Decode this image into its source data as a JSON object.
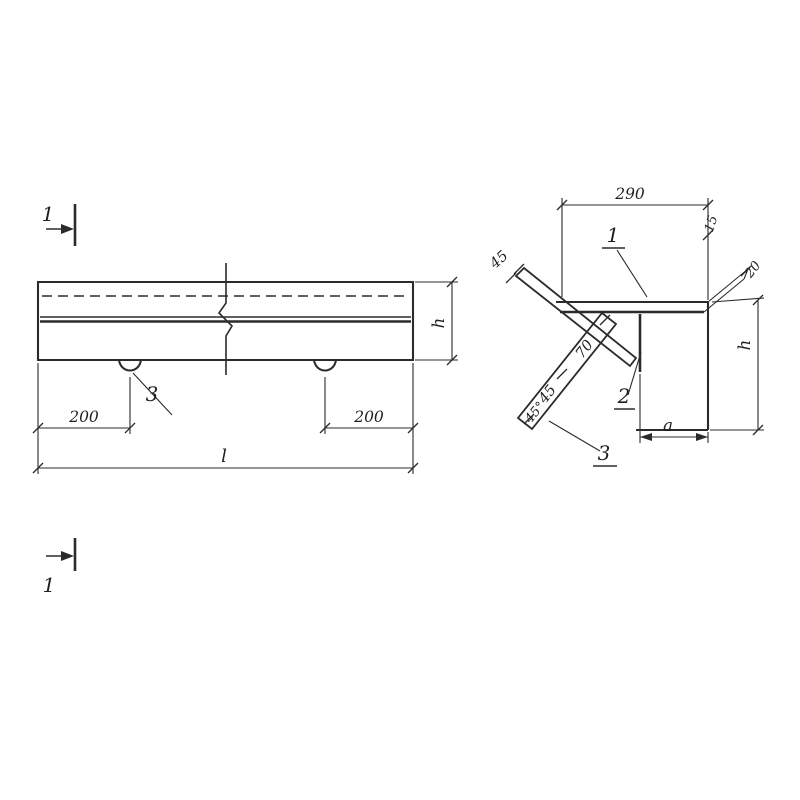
{
  "left_view": {
    "marker_top": "1",
    "marker_bottom": "1",
    "loop_callout": "3",
    "dim_left": "200",
    "dim_right": "200",
    "dim_length": "l",
    "dim_height": "h"
  },
  "right_view": {
    "dim_width": "290",
    "dim_top_right": "15",
    "callout_bar": "1",
    "dim_bar_offset": "20",
    "dim_height": "h",
    "callout_stirrup": "2",
    "callout_anchor": "3",
    "dim_notch": "a",
    "anchor_dim_upper": "70",
    "anchor_dim_lower": "45",
    "angle_top": "45",
    "angle_bottom": "45°"
  }
}
